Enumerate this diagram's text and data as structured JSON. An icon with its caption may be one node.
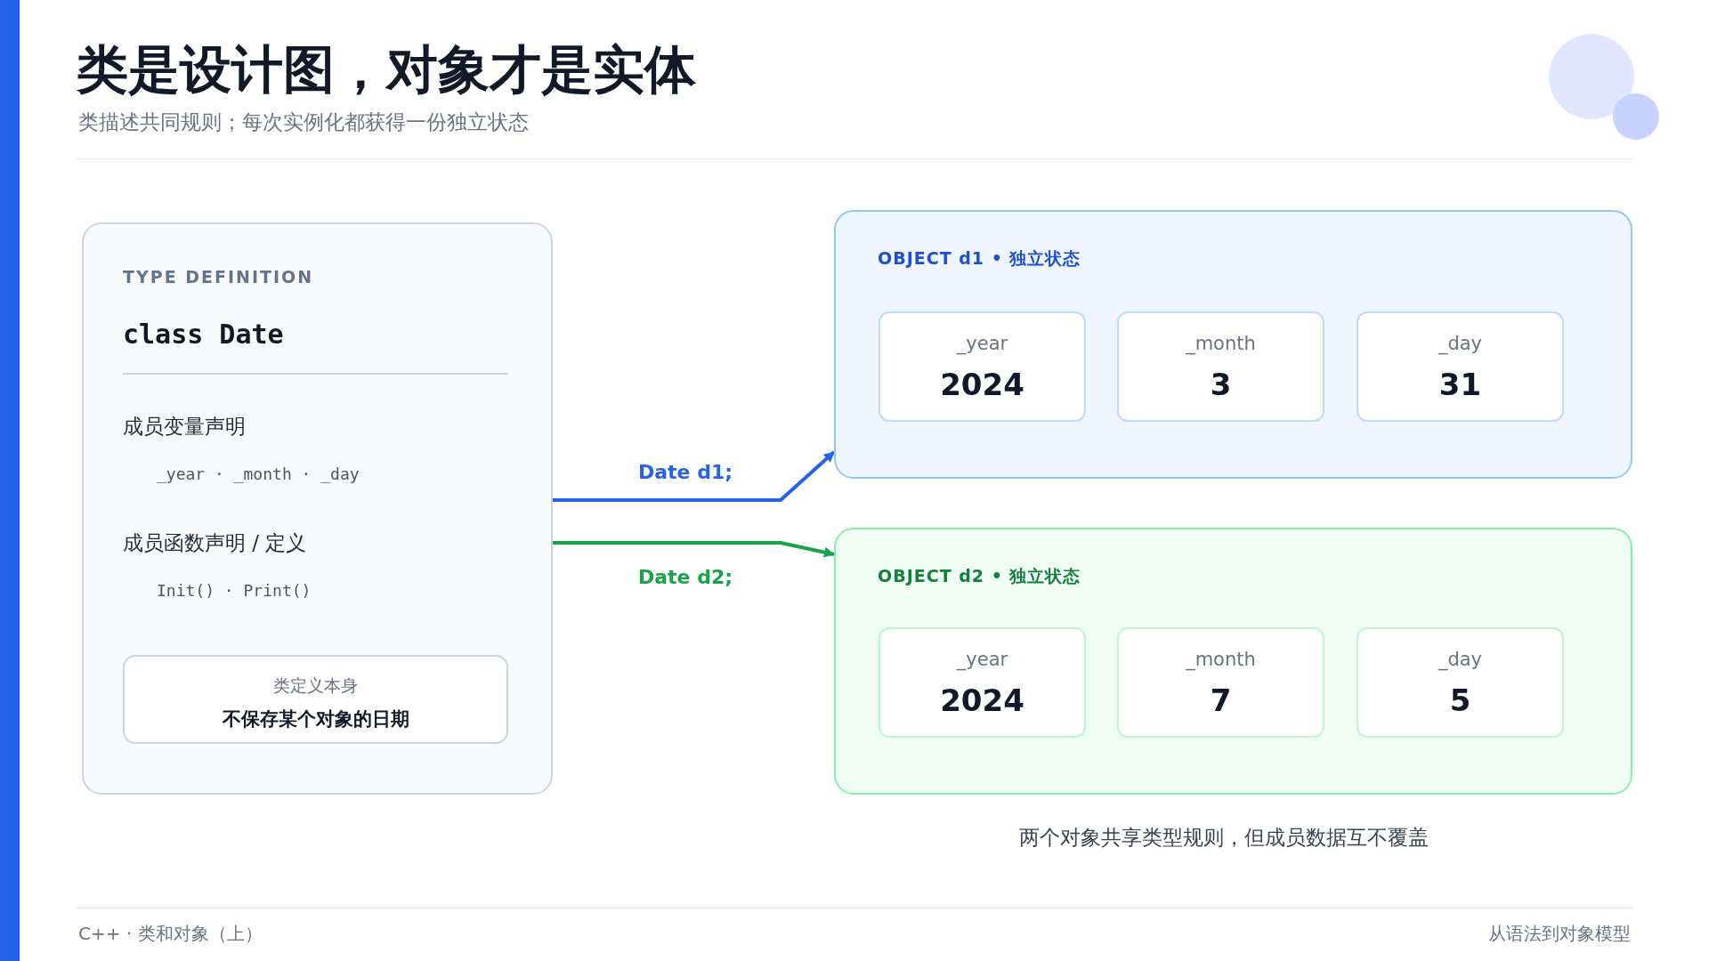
{
  "diagram": {
    "title": "类是设计图，对象才是实体",
    "nodes": [
      {
        "text": [
          "TYPE DEFINITION",
          "class Date",
          "成员变量声明",
          "_year · _month · _day",
          "成员函数声明 / 定义",
          "Init() · Print()"
        ]
      },
      {
        "text": [
          "类定义本身",
          "不保存某个对象的日期"
        ],
        "in": 0
      },
      {
        "text": [
          "OBJECT d1 • 独立状态"
        ]
      },
      {
        "text": [
          "_year",
          "2024"
        ],
        "in": 2
      },
      {
        "text": [
          "_month",
          "3"
        ],
        "in": 2
      },
      {
        "text": [
          "_day",
          "31"
        ],
        "in": 2
      },
      {
        "text": [
          "OBJECT d2 • 独立状态"
        ]
      },
      {
        "text": [
          "_year",
          "2024"
        ],
        "in": 6
      },
      {
        "text": [
          "_month",
          "7"
        ],
        "in": 6
      },
      {
        "text": [
          "_day",
          "5"
        ],
        "in": 6
      }
    ],
    "edges": [
      {
        "from": 0,
        "to": 2,
        "arrow": "to",
        "label": "Date d1;",
        "color": "#2563eb"
      },
      {
        "from": 0,
        "to": 6,
        "arrow": "to",
        "label": "Date d2;",
        "color": "#16a34a"
      }
    ],
    "labels": [
      "类描述共同规则；每次实例化都获得一份独立状态",
      "两个对象共享类型规则，但成员数据互不覆盖",
      "C++ · 类和对象（上）",
      "从语法到对象模型"
    ]
  }
}
